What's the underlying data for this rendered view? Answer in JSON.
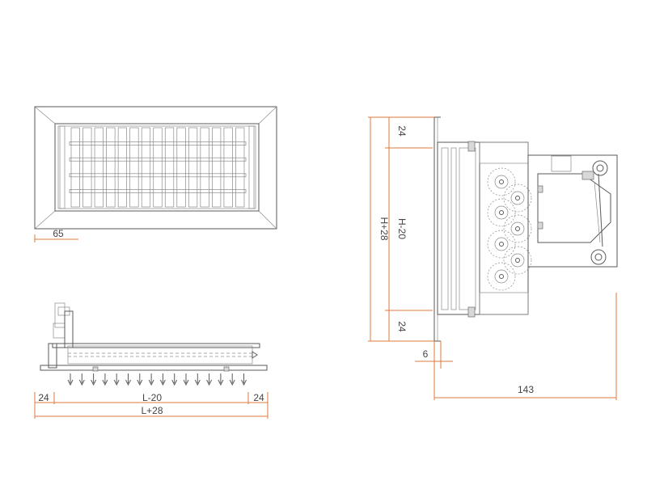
{
  "diagram": {
    "front_view": {
      "depth_label": "65",
      "grid_columns": 15,
      "grid_rows": 5
    },
    "plan_view": {
      "margin_left_label": "24",
      "inner_length_label": "L-20",
      "margin_right_label": "24",
      "overall_length_label": "L+28"
    },
    "side_view": {
      "top_margin_label": "24",
      "inner_height_label": "H-20",
      "bottom_margin_label": "24",
      "overall_height_label": "H+28",
      "flange_label": "6",
      "depth_label": "143"
    },
    "colors": {
      "dimension_line": "#e07a3c",
      "outline": "#5a5a5a"
    }
  }
}
